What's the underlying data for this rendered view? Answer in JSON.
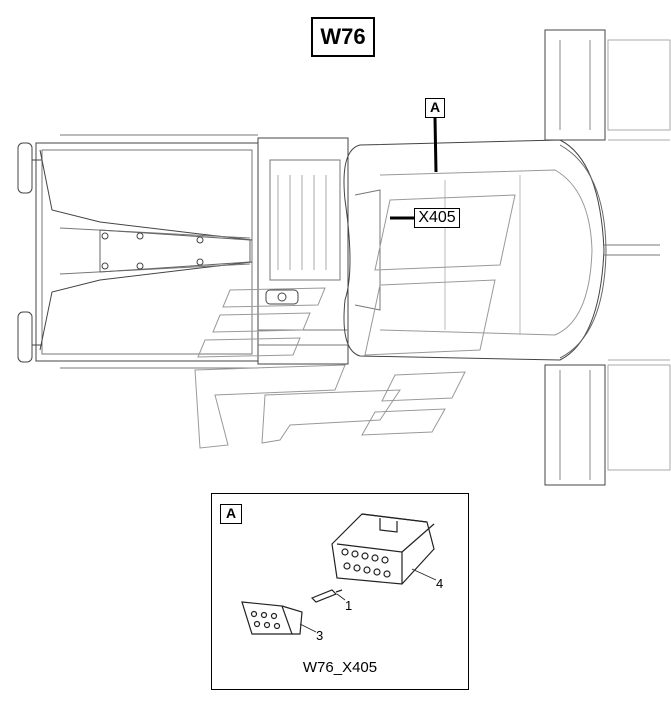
{
  "diagram": {
    "title": "W76",
    "view_callout": "A",
    "connector_label": "X405",
    "detail": {
      "tag": "A",
      "caption": "W76_X405",
      "part_numbers": [
        "1",
        "3",
        "4"
      ]
    }
  },
  "colors": {
    "line": "#333333",
    "light_line": "#888888",
    "background": "#ffffff"
  }
}
